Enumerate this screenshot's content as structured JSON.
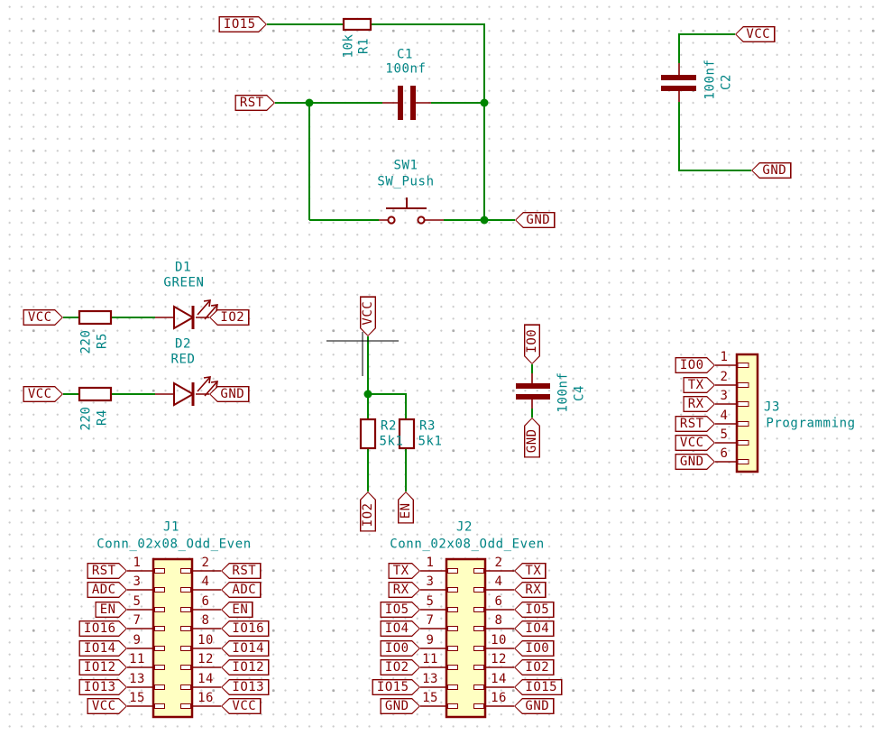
{
  "meta": {
    "application": "schematic-editor-canvas",
    "colors": {
      "wire": "#008400",
      "symbol_outline": "#840000",
      "field_text": "#008484",
      "connector_fill": "#FFFFC2",
      "cursor_crosshair": "#000000",
      "background": "#FFFFFF"
    }
  },
  "reset_circuit": {
    "io15_label": "IO15",
    "rst_label": "RST",
    "gnd_label": "GND",
    "r1_value": "10k",
    "r1_ref": "R1",
    "c1_ref": "C1",
    "c1_value": "100nf",
    "sw1_ref": "SW1",
    "sw1_value": "SW_Push"
  },
  "decoupling_c2": {
    "vcc_label": "VCC",
    "gnd_label": "GND",
    "c2_value": "100nf",
    "c2_ref": "C2"
  },
  "led_d1": {
    "vcc_label": "VCC",
    "io2_label": "IO2",
    "d1_ref": "D1",
    "d1_value": "GREEN",
    "r5_value": "220",
    "r5_ref": "R5"
  },
  "led_d2": {
    "vcc_label": "VCC",
    "gnd_label": "GND",
    "d2_ref": "D2",
    "d2_value": "RED",
    "r4_value": "220",
    "r4_ref": "R4"
  },
  "divider": {
    "vcc_label": "VCC",
    "r2_ref": "R2",
    "r2_value": "5k1",
    "r3_ref": "R3",
    "r3_value": "5k1",
    "io2_label": "IO2",
    "en_label": "EN"
  },
  "decoupling_c4": {
    "io0_label": "IO0",
    "gnd_label": "GND",
    "c4_value": "100nf",
    "c4_ref": "C4"
  },
  "j3": {
    "ref": "J3",
    "value": "Programming",
    "pins": [
      {
        "num": "1",
        "net": "IO0"
      },
      {
        "num": "2",
        "net": "TX"
      },
      {
        "num": "3",
        "net": "RX"
      },
      {
        "num": "4",
        "net": "RST"
      },
      {
        "num": "5",
        "net": "VCC"
      },
      {
        "num": "6",
        "net": "GND"
      }
    ]
  },
  "j1": {
    "ref": "J1",
    "value": "Conn_02x08_Odd_Even",
    "rows": [
      {
        "odd_num": "1",
        "even_num": "2",
        "net": "RST"
      },
      {
        "odd_num": "3",
        "even_num": "4",
        "net": "ADC"
      },
      {
        "odd_num": "5",
        "even_num": "6",
        "net": "EN"
      },
      {
        "odd_num": "7",
        "even_num": "8",
        "net": "IO16"
      },
      {
        "odd_num": "9",
        "even_num": "10",
        "net": "IO14"
      },
      {
        "odd_num": "11",
        "even_num": "12",
        "net": "IO12"
      },
      {
        "odd_num": "13",
        "even_num": "14",
        "net": "IO13"
      },
      {
        "odd_num": "15",
        "even_num": "16",
        "net": "VCC"
      }
    ]
  },
  "j2": {
    "ref": "J2",
    "value": "Conn_02x08_Odd_Even",
    "rows": [
      {
        "odd_num": "1",
        "even_num": "2",
        "net": "TX"
      },
      {
        "odd_num": "3",
        "even_num": "4",
        "net": "RX"
      },
      {
        "odd_num": "5",
        "even_num": "6",
        "net": "IO5"
      },
      {
        "odd_num": "7",
        "even_num": "8",
        "net": "IO4"
      },
      {
        "odd_num": "9",
        "even_num": "10",
        "net": "IO0"
      },
      {
        "odd_num": "11",
        "even_num": "12",
        "net": "IO2"
      },
      {
        "odd_num": "13",
        "even_num": "14",
        "net": "IO15"
      },
      {
        "odd_num": "15",
        "even_num": "16",
        "net": "GND"
      }
    ]
  }
}
